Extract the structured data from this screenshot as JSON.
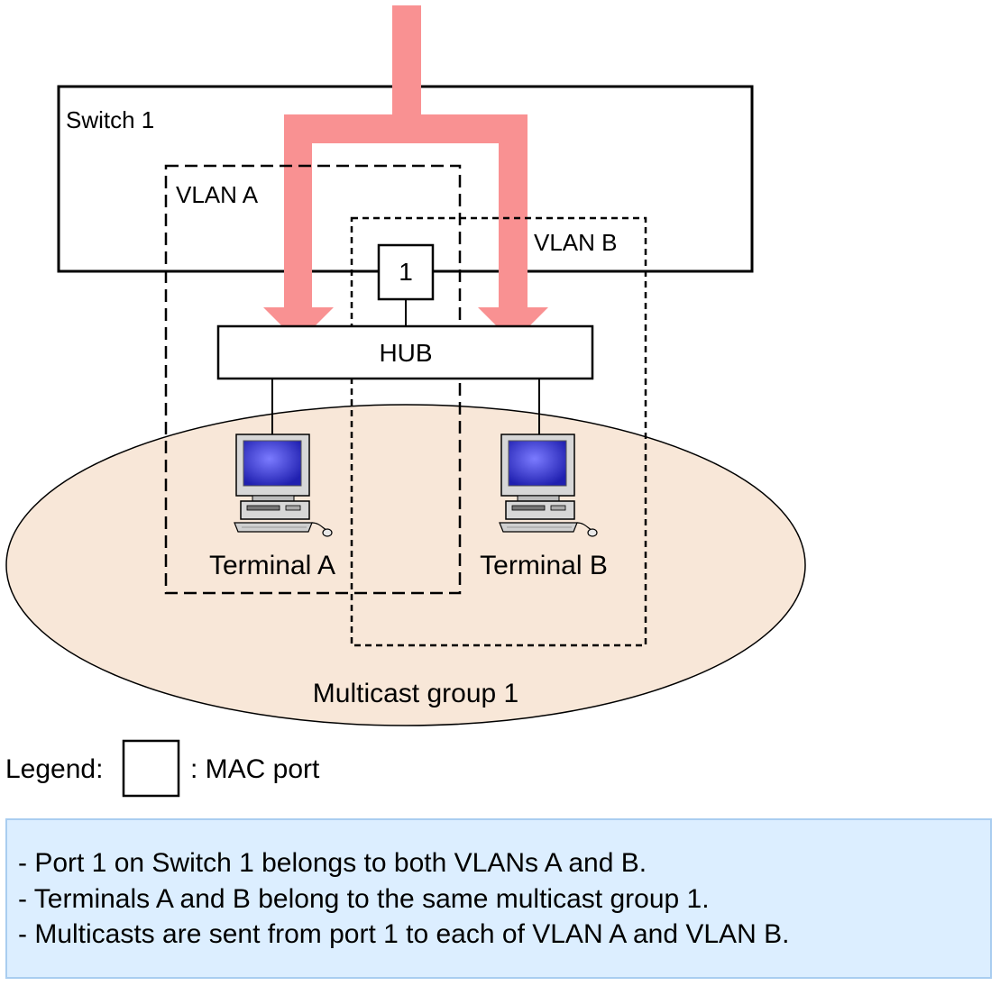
{
  "diagram": {
    "switch_label": "Switch 1",
    "vlan_a_label": "VLAN A",
    "vlan_b_label": "VLAN B",
    "port_label": "1",
    "hub_label": "HUB",
    "terminal_a_label": "Terminal A",
    "terminal_b_label": "Terminal B",
    "group_label": "Multicast group 1"
  },
  "legend": {
    "prefix": "Legend:",
    "text": ": MAC port"
  },
  "notes": [
    "- Port 1 on Switch 1 belongs to both VLANs A and B.",
    "- Terminals A and B belong to the same multicast group 1.",
    "- Multicasts are sent from port 1 to each of VLAN A and VLAN B."
  ],
  "colors": {
    "arrow": "#f99192",
    "group_fill": "#f8e7d8",
    "note_fill": "#dceeff",
    "note_border": "#a9cdf0",
    "screen": "#3a3ad0"
  }
}
